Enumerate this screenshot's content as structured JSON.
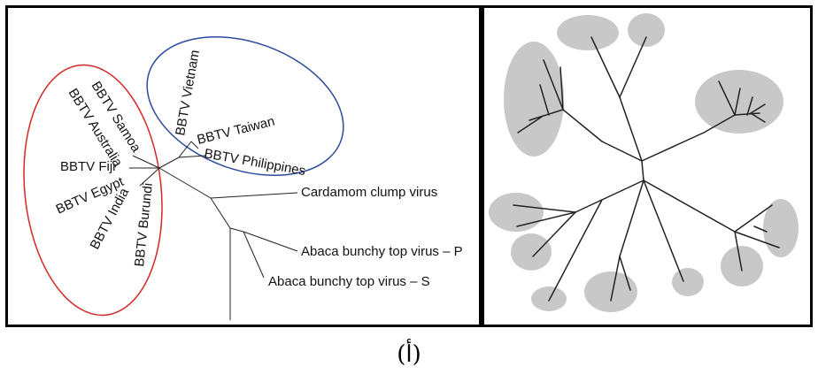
{
  "left_panel": {
    "group_red": [
      "BBTV Samoa",
      "BBTV Australia",
      "BBTV Fiji",
      "BBTV Egypt",
      "BBTV India",
      "BBTV Burundi"
    ],
    "group_blue": [
      "BBTV Vietnam",
      "BBTV Taiwan",
      "BBTV Philippines"
    ],
    "outgroup": [
      "Cardamom clump virus",
      "Abaca bunchy top virus – P",
      "Abaca bunchy top virus – S"
    ],
    "colors": {
      "red_ellipse": "#d62828",
      "blue_ellipse": "#2b4a9c",
      "branch": "#222222"
    }
  },
  "right_panel": {
    "cluster_color": "#c8c8c8",
    "branch_color": "#222222"
  },
  "caption": "(أ)"
}
